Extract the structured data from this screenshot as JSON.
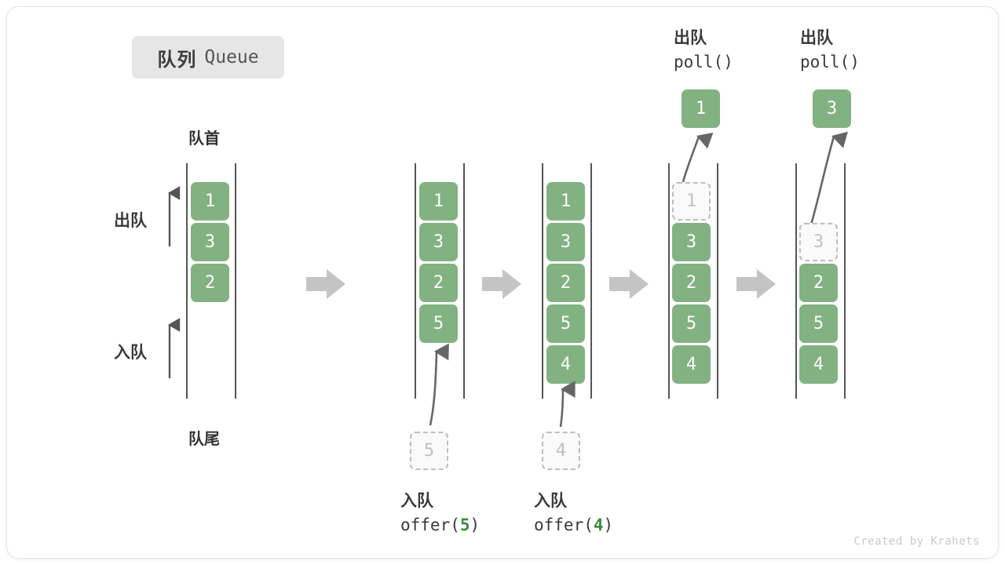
{
  "title": {
    "cn": "队列",
    "en": "Queue"
  },
  "labels": {
    "front": "队首",
    "rear": "队尾",
    "dequeue": "出队",
    "enqueue": "入队"
  },
  "colors": {
    "cell_fill": "#82b281",
    "cell_text": "#ffffff",
    "ghost_border": "#bdbdbd",
    "ghost_fill": "#fafafa",
    "ghost_text": "#c0c0c0",
    "rail": "#555555",
    "arrow": "#666666",
    "block_arrow": "#c4c4c4",
    "badge_bg": "#e6e6e6",
    "accent_green": "#3d8b40"
  },
  "watermark": "Created by Krahets",
  "stages": [
    {
      "id": "initial",
      "cells": [
        "1",
        "3",
        "2"
      ],
      "ghosts": [],
      "caption_cn": "",
      "caption_code": ""
    },
    {
      "id": "offer-5",
      "cells": [
        "1",
        "3",
        "2",
        "5"
      ],
      "incoming_value": "5",
      "caption_cn": "入队",
      "caption_code_prefix": "offer(",
      "caption_code_num": "5",
      "caption_code_suffix": ")"
    },
    {
      "id": "offer-4",
      "cells": [
        "1",
        "3",
        "2",
        "5",
        "4"
      ],
      "incoming_value": "4",
      "caption_cn": "入队",
      "caption_code_prefix": "offer(",
      "caption_code_num": "4",
      "caption_code_suffix": ")"
    },
    {
      "id": "poll-1",
      "cells": [
        "3",
        "2",
        "5",
        "4"
      ],
      "ghost_top": "1",
      "popped_value": "1",
      "caption_cn": "出队",
      "caption_code": "poll()"
    },
    {
      "id": "poll-3",
      "cells": [
        "2",
        "5",
        "4"
      ],
      "ghost_top": "3",
      "popped_value": "3",
      "caption_cn": "出队",
      "caption_code": "poll()"
    }
  ]
}
